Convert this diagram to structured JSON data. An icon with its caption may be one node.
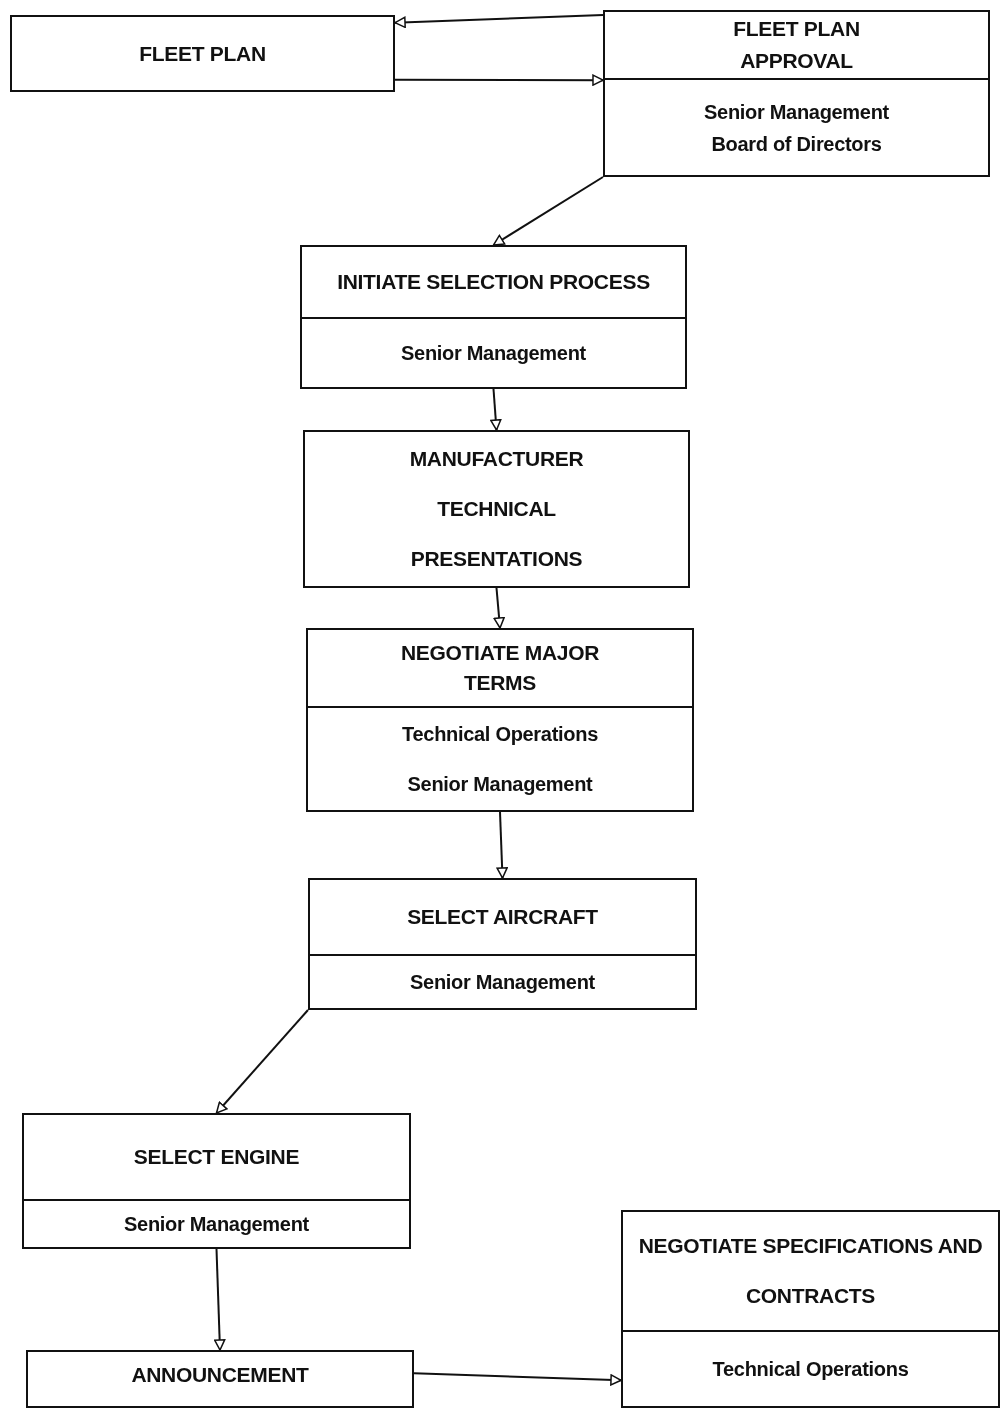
{
  "diagram": {
    "nodes": [
      {
        "text": [
          "FLEET PLAN"
        ]
      },
      {
        "text": [
          "FLEET PLAN APPROVAL",
          "Senior Management Board of Directors"
        ]
      },
      {
        "text": [
          "INITIATE SELECTION PROCESS",
          "Senior Management"
        ]
      },
      {
        "text": [
          "MANUFACTURER TECHNICAL PRESENTATIONS"
        ]
      },
      {
        "text": [
          "NEGOTIATE MAJOR TERMS",
          "Technical Operations Senior Management"
        ]
      },
      {
        "text": [
          "SELECT AIRCRAFT",
          "Senior Management"
        ]
      },
      {
        "text": [
          "SELECT ENGINE",
          "Senior Management"
        ]
      },
      {
        "text": [
          "ANNOUNCEMENT"
        ]
      },
      {
        "text": [
          "NEGOTIATE SPECIFICATIONS AND CONTRACTS",
          "Technical Operations"
        ]
      }
    ],
    "edges": [
      {
        "from": 1,
        "to": 0,
        "arrow": "to"
      },
      {
        "from": 0,
        "to": 1,
        "arrow": "to"
      },
      {
        "from": 1,
        "to": 2,
        "arrow": "to"
      },
      {
        "from": 2,
        "to": 3,
        "arrow": "to"
      },
      {
        "from": 3,
        "to": 4,
        "arrow": "to"
      },
      {
        "from": 4,
        "to": 5,
        "arrow": "to"
      },
      {
        "from": 5,
        "to": 6,
        "arrow": "to"
      },
      {
        "from": 6,
        "to": 7,
        "arrow": "to"
      },
      {
        "from": 7,
        "to": 8,
        "arrow": "to"
      }
    ]
  }
}
